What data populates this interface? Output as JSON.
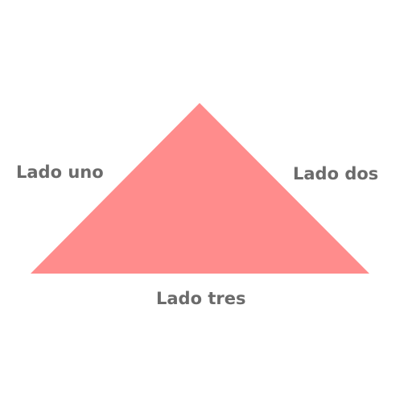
{
  "diagram": {
    "shape": "triangle",
    "fill_color": "#ff8c8c",
    "label_color": "#6b6b6b",
    "sides": [
      {
        "label": "Lado uno"
      },
      {
        "label": "Lado dos"
      },
      {
        "label": "Lado tres"
      }
    ]
  }
}
